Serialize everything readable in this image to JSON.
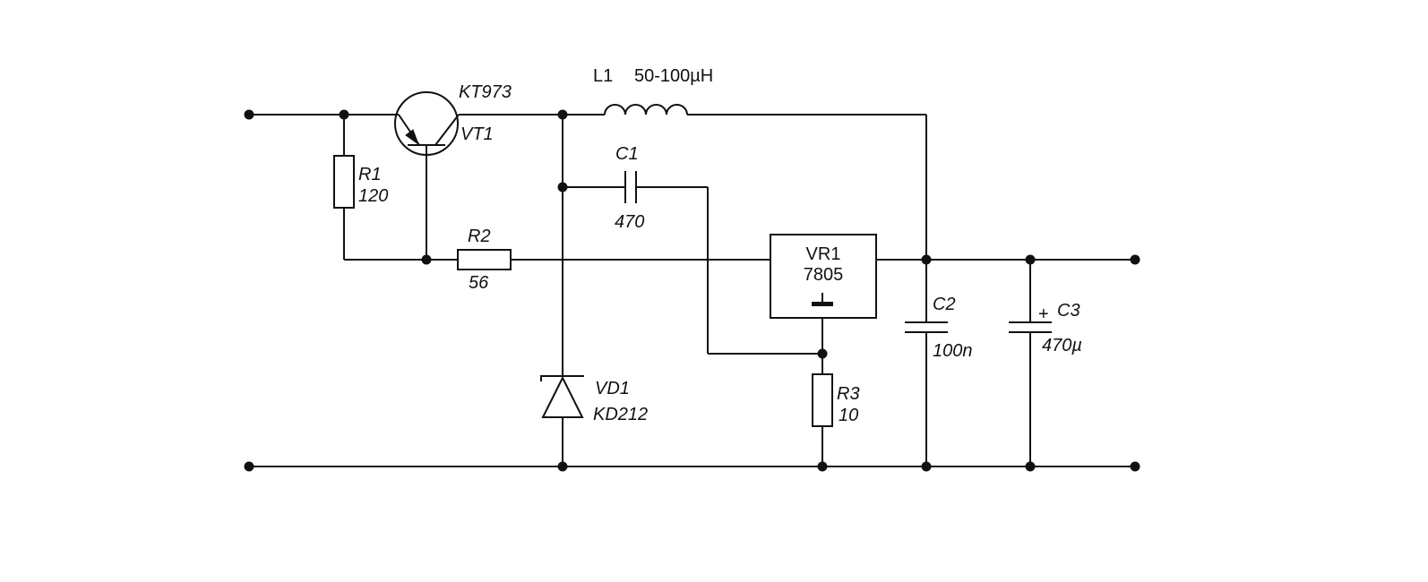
{
  "components": {
    "vt1": {
      "part": "KT973",
      "ref": "VT1"
    },
    "l1": {
      "ref": "L1",
      "value": "50-100µH"
    },
    "c1": {
      "ref": "C1",
      "value": "470"
    },
    "r1": {
      "ref": "R1",
      "value": "120"
    },
    "r2": {
      "ref": "R2",
      "value": "56"
    },
    "vr1": {
      "ref": "VR1",
      "value": "7805"
    },
    "c2": {
      "ref": "C2",
      "value": "100n"
    },
    "c3": {
      "ref": "C3",
      "value": "470µ",
      "polarity": "+"
    },
    "vd1": {
      "ref": "VD1",
      "value": "KD212"
    },
    "r3": {
      "ref": "R3",
      "value": "10"
    }
  }
}
